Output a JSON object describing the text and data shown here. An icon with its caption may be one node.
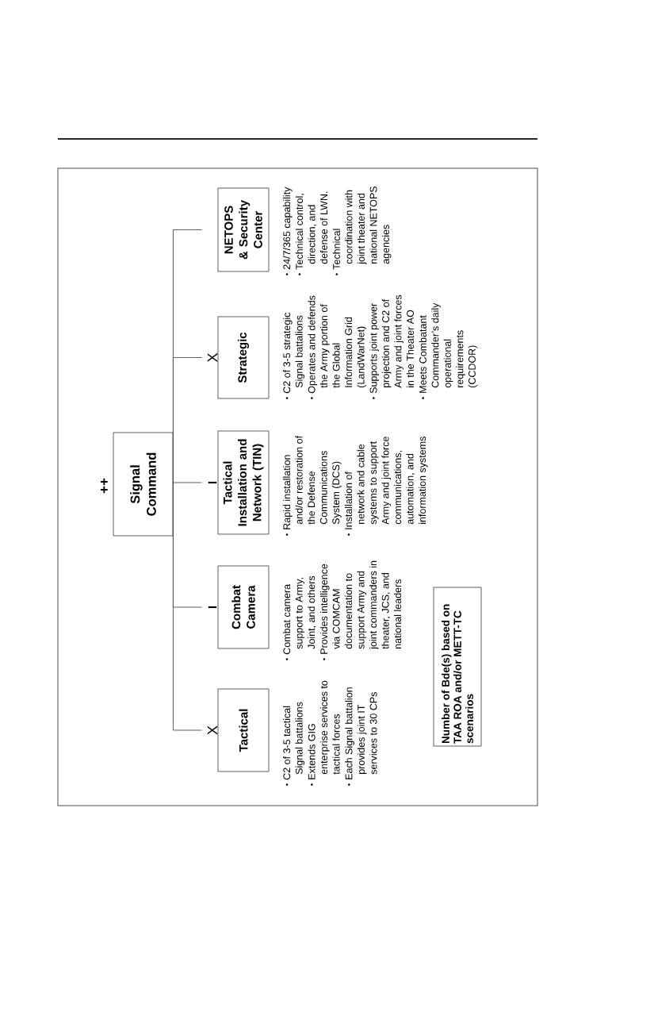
{
  "diagram": {
    "nodes": [
      {
        "text": [
          "Signal Command"
        ],
        "beside": [
          "++"
        ]
      },
      {
        "text": [
          "Tactical"
        ],
        "beside": [
          "X",
          "C2 of 3-5 tactical Signal battalions",
          "Extends GIG enterprise services to tactical forces",
          "Each Signal battalion provides joint IT services to 30 CPs"
        ]
      },
      {
        "text": [
          "Combat Camera"
        ],
        "beside": [
          "I",
          "Combat camera support to Army, Joint, and others",
          "Provides intelligence via COMCAM documentation to support Army and joint commanders in theater, JCS, and national leaders"
        ]
      },
      {
        "text": [
          "Tactical Installation and Network (TIN)"
        ],
        "beside": [
          "I",
          "Rapid installation and/or restoration of the Defense Communications System (DCS)",
          "Installation of network and cable systems to support Army and joint force communications, automation, and information systems"
        ]
      },
      {
        "text": [
          "Strategic"
        ],
        "beside": [
          "X",
          "C2 of 3-5 strategic Signal battalions",
          "Operates and defends the Army portion of the Global Information Grid (LandWarNet)",
          "Supports joint power projection and C2 of Army and joint forces in the Theater AO",
          "Meets Combatant Commander’s daily operational requirements (CCDOR)"
        ]
      },
      {
        "text": [
          "NETOPS & Security Center"
        ],
        "beside": [
          "24/7/365 capability",
          "Technical control, direction, and defense of LWN.",
          "Technical coordination with joint theater and national NETOPS agencies"
        ]
      },
      {
        "text": [
          "Number of Bde(s) based on TAA ROA and/or METT-TC scenarios"
        ]
      }
    ],
    "edges": [
      {
        "from": 0,
        "to": 1,
        "arrow": "none"
      },
      {
        "from": 0,
        "to": 2,
        "arrow": "none"
      },
      {
        "from": 0,
        "to": 3,
        "arrow": "none"
      },
      {
        "from": 0,
        "to": 4,
        "arrow": "none"
      },
      {
        "from": 0,
        "to": 5,
        "arrow": "none"
      }
    ]
  }
}
